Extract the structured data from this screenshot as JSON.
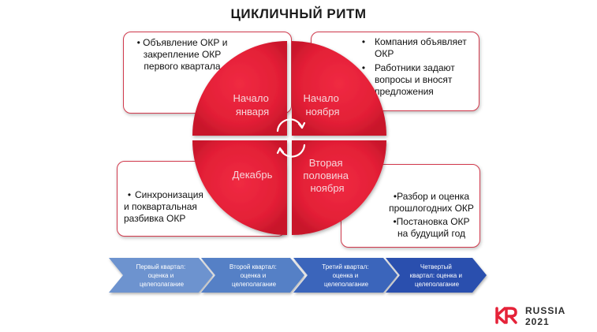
{
  "title": "ЦИКЛИЧНЫЙ РИТМ",
  "boxes": {
    "top_left": [
      "• Объявление ОКР и закрепление ОКР первого квартала"
    ],
    "top_right": [
      "Компания объявляет ОКР",
      "Работники задают вопросы и вносят предложения"
    ],
    "bottom_left": [
      "Синхронизация и поквартальная разбивка ОКР"
    ],
    "bottom_right": [
      "•Разбор и оценка прошлогодних ОКР",
      "•Постановка ОКР на будущий год"
    ]
  },
  "wheel": {
    "top_left": [
      "Начало",
      "января"
    ],
    "top_right": [
      "Начало",
      "ноября"
    ],
    "bottom_left": [
      "Декабрь"
    ],
    "bottom_right": [
      "Вторая",
      "половина",
      "ноября"
    ]
  },
  "chevrons": [
    [
      "Первый квартал:",
      "оценка и",
      "целеполагание"
    ],
    [
      "Второй квартал:",
      "оценка и",
      "целеполагание"
    ],
    [
      "Третий квартал:",
      "оценка и",
      "целеполагание"
    ],
    [
      "Четвертый",
      "квартал: оценка и",
      "целеполагание"
    ]
  ],
  "brand": {
    "line1": "RUSSIA",
    "line2": "2021"
  },
  "colors": {
    "wheel_red": "#e52238",
    "chevron_1": "#6d93cf",
    "chevron_2": "#5580c6",
    "chevron_3": "#3b65bb",
    "chevron_4": "#2a4fae",
    "brand_red": "#e52238"
  }
}
